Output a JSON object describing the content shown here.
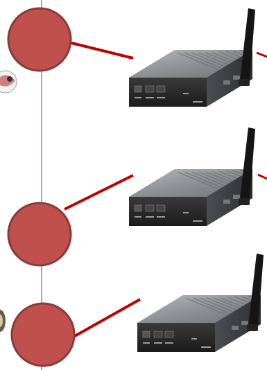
{
  "diagram": {
    "colors": {
      "background": "#ffffff",
      "node_fill": "#c0504d",
      "node_stroke": "#8b3a37",
      "connector": "#c00000",
      "timeline": "#4f81bd",
      "device_top": "#8f9398",
      "device_front": "#2a2a2a",
      "antenna": "#151515"
    },
    "nodes": [
      {
        "id": "node-1",
        "device": "device-1"
      },
      {
        "id": "node-2",
        "device": "device-2"
      },
      {
        "id": "node-3",
        "device": "device-3"
      }
    ],
    "devices": [
      {
        "id": "device-1",
        "icon": "embedded-box-pc-with-antenna"
      },
      {
        "id": "device-2",
        "icon": "embedded-box-pc-with-antenna"
      },
      {
        "id": "device-3",
        "icon": "embedded-box-pc-with-antenna"
      }
    ],
    "side_decorations": [
      {
        "icon": "partial-round-emblem"
      },
      {
        "icon": "partial-round-emblem"
      }
    ]
  }
}
